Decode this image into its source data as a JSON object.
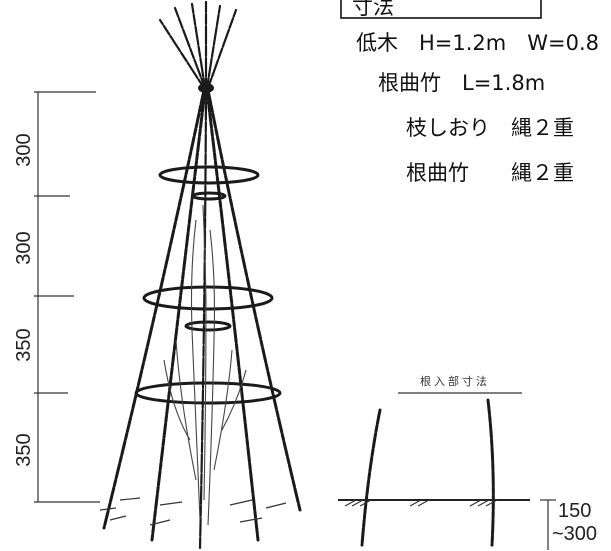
{
  "dimensions": {
    "left_segments": [
      "300",
      "300",
      "350",
      "350"
    ],
    "depth_value": "150",
    "depth_range": "~300"
  },
  "spec": {
    "header_label": "寸法",
    "line1": "低木　H=1.2m　W=0.8",
    "line2": "根曲竹　L=1.8m",
    "line3": "枝しおり　縄２重",
    "line4": "根曲竹　　縄２重"
  },
  "embed": {
    "title": "根入部寸法"
  }
}
